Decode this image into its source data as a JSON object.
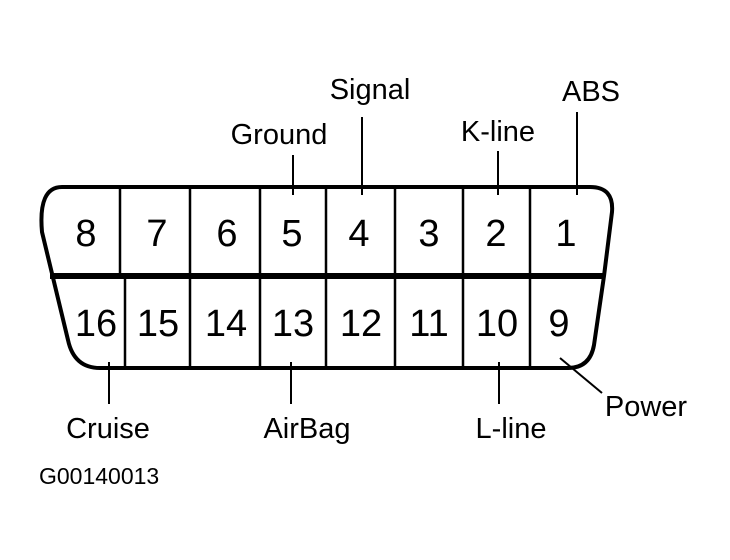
{
  "connector": {
    "top_row": [
      "8",
      "7",
      "6",
      "5",
      "4",
      "3",
      "2",
      "1"
    ],
    "bottom_row": [
      "16",
      "15",
      "14",
      "13",
      "12",
      "11",
      "10",
      "9"
    ]
  },
  "labels": {
    "signal": "Signal",
    "abs": "ABS",
    "ground": "Ground",
    "k_line": "K-line",
    "cruise": "Cruise",
    "airbag": "AirBag",
    "l_line": "L-line",
    "power": "Power"
  },
  "figure_code": "G00140013",
  "colors": {
    "ink": "#000000",
    "background": "#ffffff"
  }
}
